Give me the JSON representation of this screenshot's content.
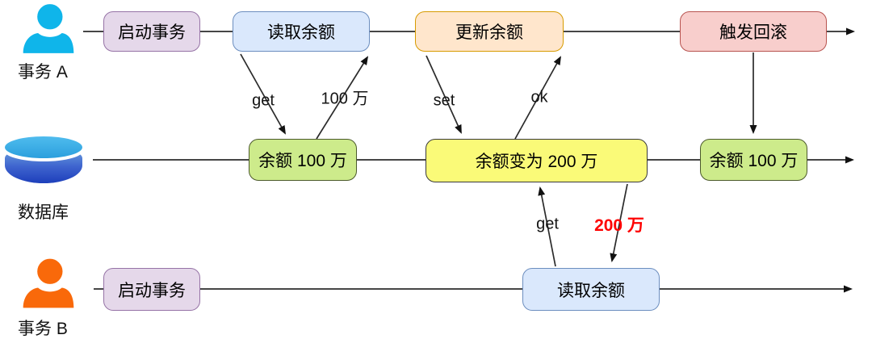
{
  "diagram_type": "sequence-timeline",
  "lanes": {
    "a": {
      "label": "事务 A",
      "icon": "person"
    },
    "db": {
      "label": "数据库",
      "icon": "database"
    },
    "b": {
      "label": "事务 B",
      "icon": "person"
    }
  },
  "nodes": {
    "a_start": {
      "label": "启动事务"
    },
    "a_read": {
      "label": "读取余额"
    },
    "a_update": {
      "label": "更新余额"
    },
    "a_rollback": {
      "label": "触发回滚"
    },
    "db_balance1": {
      "label": "余额 100 万"
    },
    "db_balance2": {
      "label": "余额变为 200 万"
    },
    "db_balance3": {
      "label": "余额 100 万"
    },
    "b_start": {
      "label": "启动事务"
    },
    "b_read": {
      "label": "读取余额"
    }
  },
  "edge_labels": {
    "get_a": "get",
    "result_100": "100 万",
    "set": "set",
    "ok": "ok",
    "get_b": "get",
    "result_200": "200 万"
  },
  "palette": {
    "purple_fill": "#E5D8EA",
    "purple_stroke": "#9673A6",
    "blue_fill": "#DAE8FC",
    "blue_stroke": "#6C8EBF",
    "orange_fill": "#FFE6CC",
    "orange_stroke": "#D79B00",
    "red_fill": "#F8CECC",
    "red_stroke": "#B85450",
    "green_fill": "#CDEB8B",
    "green_stroke": "#4C5A2C",
    "yellow_fill": "#FAFA78",
    "yellow_stroke": "#3A3A3A",
    "actor_a": "#0FB5EA",
    "actor_b": "#F9690A",
    "db_top": "#2B9FDD",
    "db_body": "#1D3FBB",
    "line": "#2B2B2B",
    "highlight_red": "#FE0000"
  }
}
